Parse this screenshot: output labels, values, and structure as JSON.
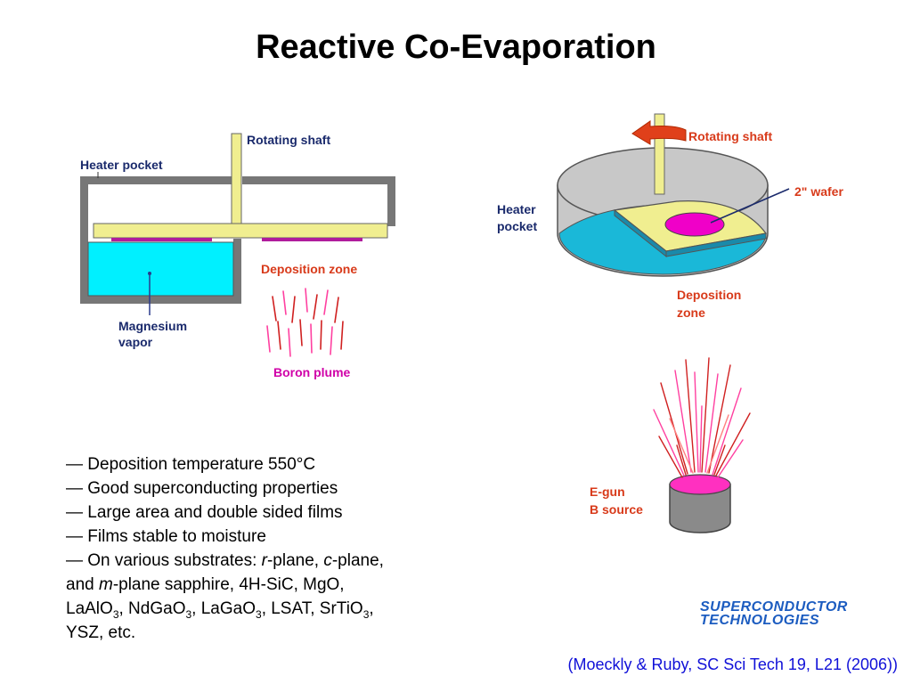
{
  "title": "Reactive Co-Evaporation",
  "left_diagram": {
    "rotating_shaft": "Rotating shaft",
    "heater_pocket": "Heater pocket",
    "deposition_zone": "Deposition zone",
    "magnesium_vapor_line1": "Magnesium",
    "magnesium_vapor_line2": "vapor",
    "boron_plume": "Boron plume"
  },
  "right_diagram": {
    "rotating_shaft": "Rotating shaft",
    "wafer": "2\" wafer",
    "heater_pocket_line1": "Heater",
    "heater_pocket_line2": "pocket",
    "deposition_zone_line1": "Deposition",
    "deposition_zone_line2": "zone",
    "egun_line1": "E-gun",
    "egun_line2": "B source"
  },
  "bullets": {
    "l1": "— Deposition temperature 550°C",
    "l2": "— Good superconducting properties",
    "l3": "— Large area and double sided films",
    "l4": "— Films stable to moisture",
    "l5_a": "— On various substrates: ",
    "l5_r": "r",
    "l5_b": "-plane, ",
    "l5_c": "c",
    "l5_d": "-plane,",
    "l6_a": "and ",
    "l6_m": "m",
    "l6_b": "-plane sapphire, 4H-SiC, MgO,",
    "l7_a": "LaAlO",
    "l7_a3": "3",
    "l7_b": ", NdGaO",
    "l7_b3": "3",
    "l7_c": ", LaGaO",
    "l7_c3": "3",
    "l7_d": ", LSAT, SrTiO",
    "l7_d3": "3",
    "l7_e": ",",
    "l8": "YSZ, etc."
  },
  "citation": "(Moeckly & Ruby, SC Sci Tech 19, L21 (2006))",
  "logo": {
    "line1": "SUPERCONDUCTOR",
    "line2": "TECHNOLOGIES"
  },
  "colors": {
    "heater_wall": "#777777",
    "shaft": "#f0ee90",
    "vapor": "#00f0ff",
    "substrate": "#b01c9c",
    "label_dark": "#1a2a6c",
    "label_red": "#d83a1a",
    "label_magenta": "#d000a8",
    "disk_gray": "#c8c8c8",
    "disk_cyan": "#1ab8d8",
    "wafer_pink": "#f000c8",
    "citation_blue": "#1010d8",
    "logo_blue": "#1c5cc0"
  }
}
